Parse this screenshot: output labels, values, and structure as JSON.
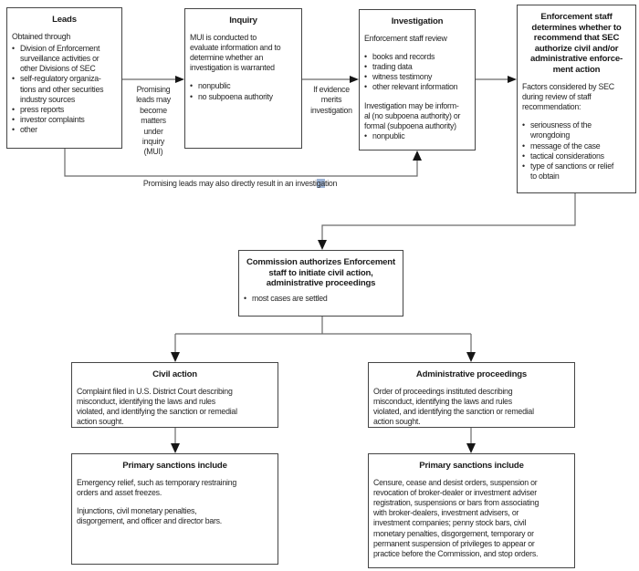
{
  "bullet_char": "•",
  "colors": {
    "line": "#6a6a6a",
    "arrowhead": "#161616",
    "box_border": "#454545",
    "text": "#262626",
    "selection_highlight": "#9db4d6",
    "background": "#ffffff"
  },
  "boxes": {
    "leads": {
      "title": "Leads",
      "intro": "Obtained through",
      "bullets": [
        "Division of Enforcement\nsurveillance activities or\nother Divisions of SEC",
        "self-regulatory organiza-\ntions and other securities\nindustry sources",
        "press reports",
        "investor complaints",
        "other"
      ]
    },
    "inquiry": {
      "title": "Inquiry",
      "intro": "MUI is conducted to\nevaluate information and to\ndetermine whether an\ninvestigation is warranted",
      "bullets": [
        "nonpublic",
        "no subpoena authority"
      ]
    },
    "investigation": {
      "title": "Investigation",
      "intro": "Enforcement staff review",
      "bullets": [
        "books and records",
        "trading data",
        "witness testimony",
        "other relevant information"
      ],
      "note": "Investigation may be inform-\nal (no subpoena authority) or\nformal (subpoena authority)",
      "note_bullet": "nonpublic"
    },
    "enforcement": {
      "title": "Enforcement staff\ndetermines whether to\nrecommend that SEC\nauthorize civil and/or\nadministrative enforce-\nment action",
      "intro": "Factors considered by SEC\nduring review of staff\nrecommendation:",
      "bullets": [
        "seriousness of the\nwrongdoing",
        "message of the case",
        "tactical considerations",
        "type of sanctions or relief\nto obtain"
      ]
    },
    "commission": {
      "title": "Commission authorizes Enforcement\nstaff to initiate civil action,\nadministrative proceedings",
      "bullet": "most cases are settled"
    },
    "civil": {
      "title": "Civil action",
      "body": "Complaint filed in U.S. District Court describing\nmisconduct, identifying the laws and rules\nviolated, and identifying the sanction or remedial\naction sought."
    },
    "admin": {
      "title": "Administrative proceedings",
      "body": "Order of proceedings instituted describing\nmisconduct, identifying the laws and rules\nviolated, and identifying the sanction or remedial\naction sought."
    },
    "sanctions_civil": {
      "title": "Primary sanctions include",
      "para1": "Emergency relief, such as temporary restraining\norders and asset freezes.",
      "para2": "Injunctions, civil monetary penalties,\ndisgorgement, and officer and director bars."
    },
    "sanctions_admin": {
      "title": "Primary sanctions include",
      "body": "Censure, cease and desist orders, suspension or\nrevocation of broker-dealer or investment adviser\nregistration, suspensions or bars from associating\nwith broker-dealers, investment advisers, or\ninvestment companies; penny stock bars, civil\nmonetary penalties, disgorgement, temporary or\npermanent suspension of privileges to appear or\npractice before the Commission, and stop orders."
    }
  },
  "edge_labels": {
    "mui": "Promising\nleads may\nbecome\nmatters\nunder\ninquiry\n(MUI)",
    "evidence": "If evidence\nmerits\ninvestigation",
    "bypass_pre": "Promising leads may also directly result in an investi",
    "bypass_highlight": "ga",
    "bypass_post": "tion"
  }
}
